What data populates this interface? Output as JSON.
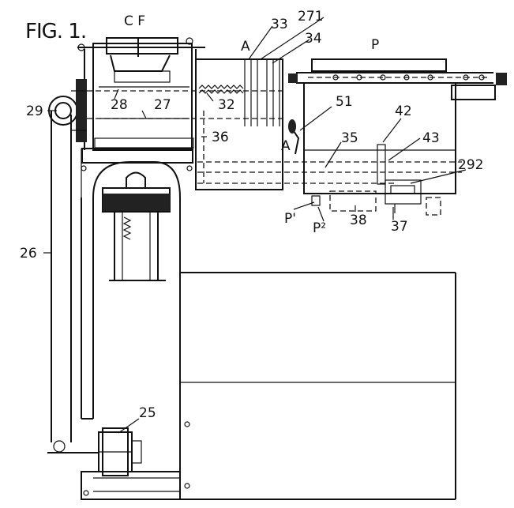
{
  "figure": {
    "title": "FIG. 1."
  },
  "labels": {
    "cf": "C F",
    "a_top": "A",
    "n33": "33",
    "n271": "271",
    "n34": "34",
    "p_top": "P",
    "n28": "28",
    "n32": "32",
    "n27": "27",
    "n29": "29",
    "n51": "51",
    "n42": "42",
    "n36": "36",
    "n35": "35",
    "n43": "43",
    "a_mid": "A",
    "n292": "292",
    "n26": "26",
    "p1": "P'",
    "p2": "P²",
    "n38": "38",
    "n37": "37",
    "n25": "25"
  }
}
